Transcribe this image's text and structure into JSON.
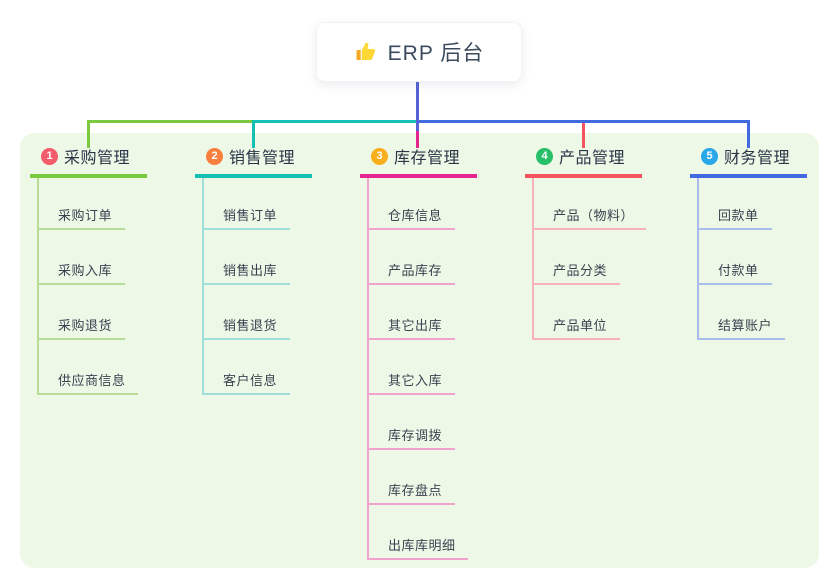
{
  "root": {
    "title": "ERP 后台",
    "icon": "thumbs-up-icon",
    "line_color": "#5661d6"
  },
  "canvas": {
    "background": "#ffffff",
    "panel_color": "#edf8e7"
  },
  "branches": [
    {
      "number": "1",
      "title": "采购管理",
      "badge_color": "#f25c6b",
      "line_color": "#7cc83e",
      "light_line_color": "#b7dc96",
      "children": [
        "采购订单",
        "采购入库",
        "采购退货",
        "供应商信息"
      ]
    },
    {
      "number": "2",
      "title": "销售管理",
      "badge_color": "#f87f3d",
      "line_color": "#15c0b2",
      "light_line_color": "#9fdfd9",
      "children": [
        "销售订单",
        "销售出库",
        "销售退货",
        "客户信息"
      ]
    },
    {
      "number": "3",
      "title": "库存管理",
      "badge_color": "#f9ae1c",
      "line_color": "#e52490",
      "light_line_color": "#f2a3cd",
      "children": [
        "仓库信息",
        "产品库存",
        "其它出库",
        "其它入库",
        "库存调拨",
        "库存盘点",
        "出库库明细"
      ]
    },
    {
      "number": "4",
      "title": "产品管理",
      "badge_color": "#28bf69",
      "line_color": "#f4535f",
      "light_line_color": "#f9b2b6",
      "children": [
        "产品（物料）",
        "产品分类",
        "产品单位"
      ]
    },
    {
      "number": "5",
      "title": "财务管理",
      "badge_color": "#29a7e9",
      "line_color": "#4169e0",
      "light_line_color": "#a8bcee",
      "children": [
        "回款单",
        "付款单",
        "结算账户"
      ]
    }
  ]
}
